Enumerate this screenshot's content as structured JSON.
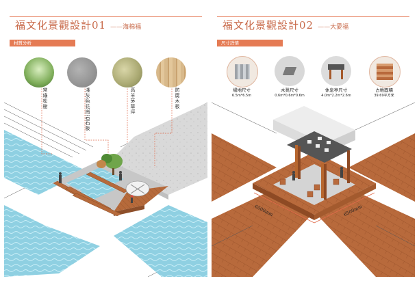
{
  "left_page": {
    "title": "福文化景觀設計01",
    "subtitle": "——海棉福",
    "section_label": "材質分析",
    "materials": [
      {
        "label": "常綠松樹",
        "icon": "tree-photo"
      },
      {
        "label": "淺灰色花崗岩石板",
        "icon": "granite-texture"
      },
      {
        "label": "高羊茅草坪",
        "icon": "grass-texture"
      },
      {
        "label": "防腐木板",
        "icon": "wood-texture"
      }
    ]
  },
  "right_page": {
    "title": "福文化景觀設計02",
    "subtitle": "——大愛福",
    "section_label": "尺寸詳情",
    "dimensions": [
      {
        "label": "場地尺寸",
        "value": "6.5m*6.5m"
      },
      {
        "label": "木凳尺寸",
        "value": "0.6m*0.6m*0.6m"
      },
      {
        "label": "休息亭尺寸",
        "value": "4.0m*2.2m*2.6m"
      },
      {
        "label": "占地面積",
        "value": "39.69平方米"
      }
    ],
    "dim_line_left": "6500mm",
    "dim_line_right": "6500mm"
  },
  "colors": {
    "accent": "#e57b54",
    "water": "#8ccfe0",
    "wood": "#b8693c"
  }
}
